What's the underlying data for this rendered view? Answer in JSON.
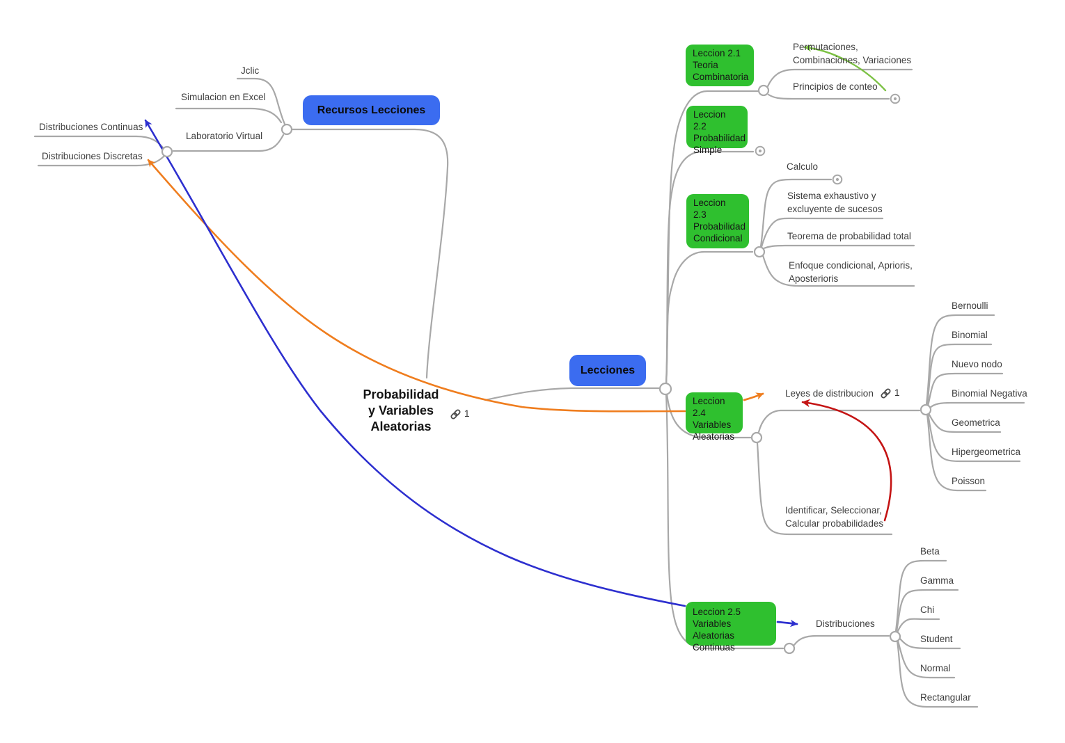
{
  "title": {
    "label": "Probabilidad\ny Variables\nAleatorias",
    "link_count": "1"
  },
  "recursos": {
    "label": "Recursos Lecciones",
    "children": [
      {
        "label": "Jclic"
      },
      {
        "label": "Simulacion en Excel"
      },
      {
        "label": "Laboratorio Virtual"
      }
    ],
    "laboratorio_children": [
      {
        "label": "Distribuciones Continuas"
      },
      {
        "label": "Distribuciones Discretas"
      }
    ]
  },
  "lecciones": {
    "label": "Lecciones",
    "l1": {
      "label": "Leccion 2.1\nTeoria\nCombinatoria",
      "children": [
        {
          "label": "Permutaciones,\nCombinaciones, Variaciones"
        },
        {
          "label": "Principios de conteo"
        }
      ]
    },
    "l2": {
      "label": "Leccion 2.2\nProbabilidad\nSimple"
    },
    "l3": {
      "label": "Leccion\n2.3\nProbabilidad\nCondicional",
      "children": [
        {
          "label": "Calculo"
        },
        {
          "label": "Sistema exhaustivo y\nexcluyente de sucesos"
        },
        {
          "label": "Teorema de probabilidad total"
        },
        {
          "label": "Enfoque condicional, Aprioris,\nAposterioris"
        }
      ]
    },
    "l4": {
      "label": "Leccion 2.4\nVariables\nAleatorias",
      "children": [
        {
          "label": "Leyes de distribucion",
          "link_count": "1"
        },
        {
          "label": "Identificar, Seleccionar,\nCalcular probabilidades"
        }
      ],
      "leyes_children": [
        {
          "label": "Bernoulli"
        },
        {
          "label": "Binomial"
        },
        {
          "label": "Nuevo nodo"
        },
        {
          "label": "Binomial Negativa"
        },
        {
          "label": "Geometrica"
        },
        {
          "label": "Hipergeometrica"
        },
        {
          "label": "Poisson"
        }
      ]
    },
    "l5": {
      "label": "Leccion 2.5\nVariables Aleatorias\nContinuas",
      "children": [
        {
          "label": "Distribuciones"
        }
      ],
      "distribuciones_children": [
        {
          "label": "Beta"
        },
        {
          "label": "Gamma"
        },
        {
          "label": "Chi"
        },
        {
          "label": "Student"
        },
        {
          "label": "Normal"
        },
        {
          "label": "Rectangular"
        }
      ]
    }
  },
  "icons": {
    "link": "chain-link-icon",
    "collapsed_children": "circle-dot-indicator"
  },
  "colors": {
    "topic_blue": "#3b6cf0",
    "lesson_green": "#2fc02f",
    "branch_gray": "#a8a8a8",
    "relation_orange": "#ef7d1e",
    "relation_blue": "#2d2fcf",
    "relation_red": "#c41414",
    "relation_green": "#7cc144"
  }
}
